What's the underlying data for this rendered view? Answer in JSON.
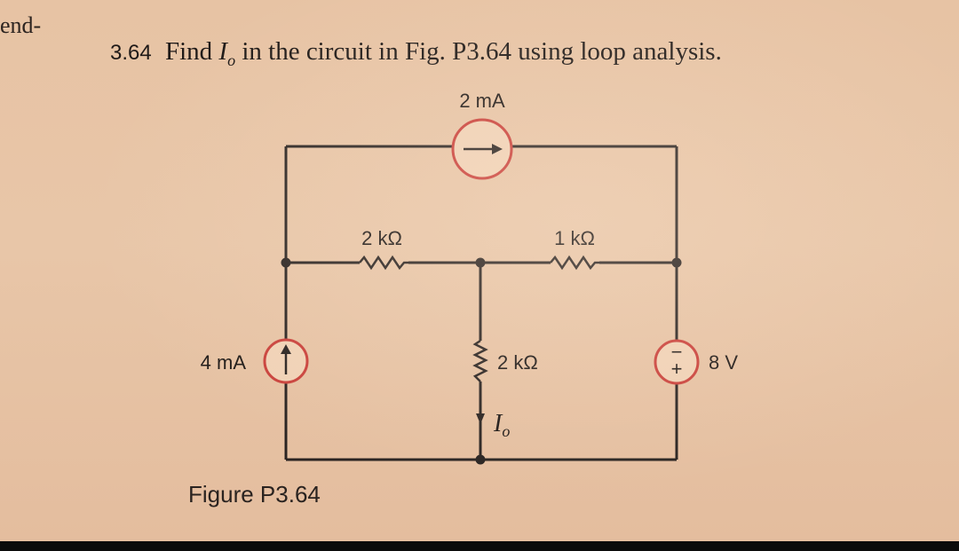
{
  "page": {
    "margin_fragment": "end-",
    "problem_number": "3.64",
    "problem_text_before": "Find",
    "current_symbol": "I",
    "current_subscript": "o",
    "problem_text_after": "in the circuit in Fig. P3.64 using loop analysis.",
    "figure_caption": "Figure P3.64"
  },
  "circuit": {
    "source_top_label": "2 mA",
    "source_left_label": "4 mA",
    "resistor_left_label": "2 kΩ",
    "resistor_right_label": "1 kΩ",
    "resistor_center_label": "2 kΩ",
    "voltage_source_label": "8 V",
    "voltage_plus": "+",
    "voltage_minus": "−",
    "output_current_symbol": "I",
    "output_current_subscript": "o"
  },
  "colors": {
    "source_outline": "#c9413b",
    "wire": "#2a2422",
    "paper": "#e7c3a4"
  }
}
